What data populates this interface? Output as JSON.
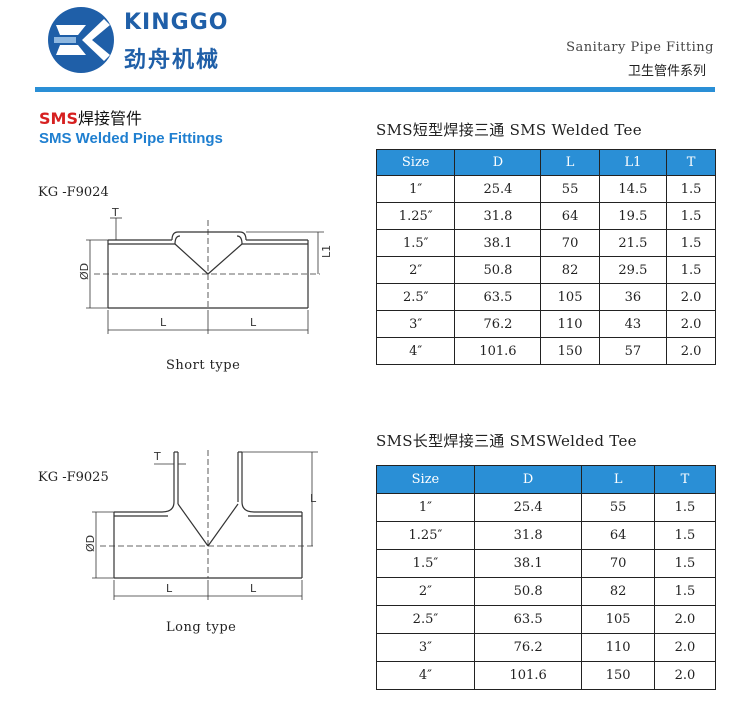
{
  "header": {
    "brand_en": "KINGGO",
    "brand_cn": "劲舟机械",
    "category_en": "Sanitary Pipe Fitting",
    "category_cn": "卫生管件系列"
  },
  "section": {
    "title_prefix": "SMS",
    "title_cn": "焊接管件",
    "title_en": "SMS Welded Pipe Fittings"
  },
  "short_type": {
    "model": "KG -F9024",
    "caption": "Short type",
    "table_title": "SMS短型焊接三通 SMS Welded Tee",
    "dims": {
      "t": "T",
      "l1": "L1",
      "od": "ØD",
      "l": "L"
    },
    "columns": [
      "Size",
      "D",
      "L",
      "L1",
      "T"
    ],
    "rows": [
      [
        "1″",
        "25.4",
        "55",
        "14.5",
        "1.5"
      ],
      [
        "1.25″",
        "31.8",
        "64",
        "19.5",
        "1.5"
      ],
      [
        "1.5″",
        "38.1",
        "70",
        "21.5",
        "1.5"
      ],
      [
        "2″",
        "50.8",
        "82",
        "29.5",
        "1.5"
      ],
      [
        "2.5″",
        "63.5",
        "105",
        "36",
        "2.0"
      ],
      [
        "3″",
        "76.2",
        "110",
        "43",
        "2.0"
      ],
      [
        "4″",
        "101.6",
        "150",
        "57",
        "2.0"
      ]
    ]
  },
  "long_type": {
    "model": "KG -F9025",
    "caption": "Long type",
    "table_title": "SMS长型焊接三通 SMSWelded Tee",
    "dims": {
      "t": "T",
      "l": "L",
      "od": "ØD"
    },
    "columns": [
      "Size",
      "D",
      "L",
      "T"
    ],
    "rows": [
      [
        "1″",
        "25.4",
        "55",
        "1.5"
      ],
      [
        "1.25″",
        "31.8",
        "64",
        "1.5"
      ],
      [
        "1.5″",
        "38.1",
        "70",
        "1.5"
      ],
      [
        "2″",
        "50.8",
        "82",
        "1.5"
      ],
      [
        "2.5″",
        "63.5",
        "105",
        "2.0"
      ],
      [
        "3″",
        "76.2",
        "110",
        "2.0"
      ],
      [
        "4″",
        "101.6",
        "150",
        "2.0"
      ]
    ]
  },
  "colors": {
    "accent": "#2a8fd6",
    "brand": "#1f5fa8",
    "highlight": "#d62020"
  }
}
